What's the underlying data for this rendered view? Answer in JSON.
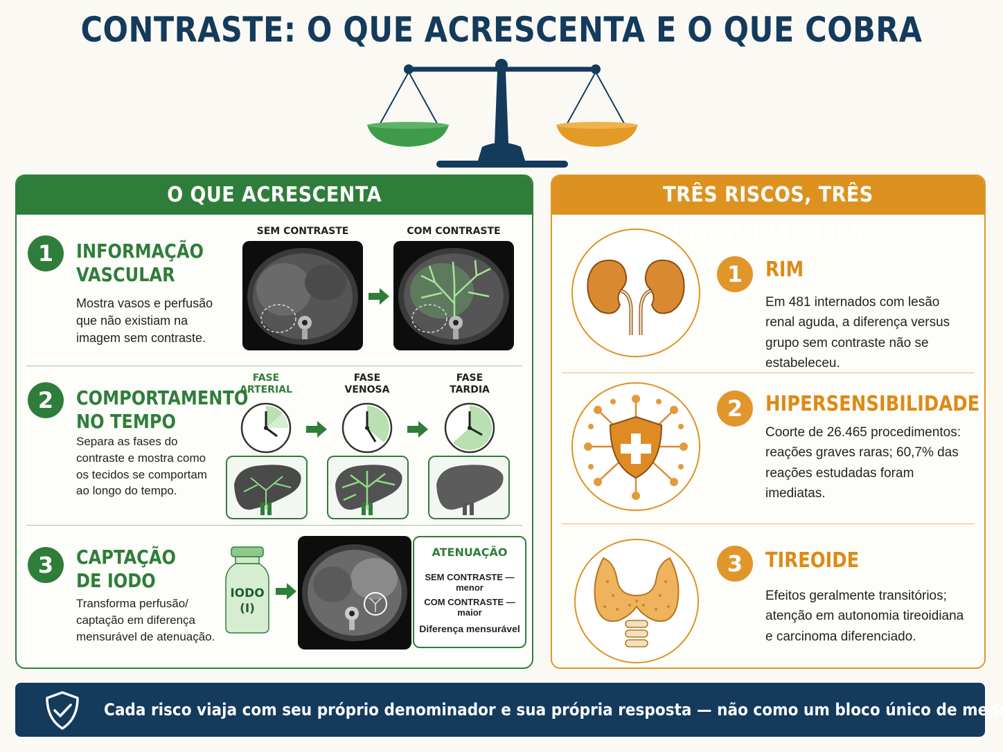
{
  "title": "CONTRASTE: O QUE ACRESCENTA E O QUE COBRA",
  "left_panel": {
    "heading": "O QUE ACRESCENTA",
    "items": [
      {
        "number": "1",
        "title_line1": "INFORMAÇÃO",
        "title_line2": "VASCULAR",
        "desc_line1": "Mostra vasos e perfusão",
        "desc_line2": "que não existiam na",
        "desc_line3": "imagem sem contraste.",
        "label_a": "SEM CONTRASTE",
        "label_b": "COM CONTRASTE"
      },
      {
        "number": "2",
        "title_line1": "COMPORTAMENTO",
        "title_line2": "NO TEMPO",
        "desc_line1": "Separa as fases do",
        "desc_line2": "contraste e mostra como",
        "desc_line3": "os tecidos se comportam",
        "desc_line4": "ao longo do tempo.",
        "phases": [
          {
            "line1": "FASE",
            "line2": "ARTERIAL"
          },
          {
            "line1": "FASE",
            "line2": "VENOSA"
          },
          {
            "line1": "FASE",
            "line2": "TARDIA"
          }
        ]
      },
      {
        "number": "3",
        "title_line1": "CAPTAÇÃO",
        "title_line2": "DE IODO",
        "desc_line1": "Transforma perfusão/",
        "desc_line2": "captação em diferença",
        "desc_line3": "mensurável de atenuação.",
        "vial_line1": "IODO",
        "vial_line2": "(I)",
        "attenuation": {
          "title": "ATENUAÇÃO",
          "line1": "SEM CONTRASTE — menor",
          "line2": "COM CONTRASTE — maior",
          "line3": "Diferença mensurável"
        }
      }
    ]
  },
  "right_panel": {
    "heading": "TRÊS RISCOS, TRÊS DENOMINADORES",
    "items": [
      {
        "number": "1",
        "title": "RIM",
        "desc_line1": "Em 481 internados com lesão",
        "desc_line2": "renal aguda, a diferença versus",
        "desc_line3": "grupo sem contraste não se",
        "desc_line4": "estabeleceu.",
        "icon": "kidneys-icon"
      },
      {
        "number": "2",
        "title": "HIPERSENSIBILIDADE",
        "desc_line1": "Coorte de 26.465 procedimentos:",
        "desc_line2": "reações graves raras; 60,7% das",
        "desc_line3": "reações estudadas foram",
        "desc_line4": "imediatas.",
        "icon": "shield-allergy-icon"
      },
      {
        "number": "3",
        "title": "TIREOIDE",
        "desc_line1": "Efeitos geralmente transitórios;",
        "desc_line2": "atenção em autonomia tireoidiana",
        "desc_line3": "e carcinoma diferenciado.",
        "icon": "thyroid-icon"
      }
    ]
  },
  "banner": {
    "text": "Cada risco viaja com seu próprio denominador e sua própria resposta — não como um bloco único de medo.",
    "icon": "shield-check-icon"
  },
  "colors": {
    "navy": "#143a5c",
    "green": "#2f7d3a",
    "orange": "#dd9220"
  }
}
